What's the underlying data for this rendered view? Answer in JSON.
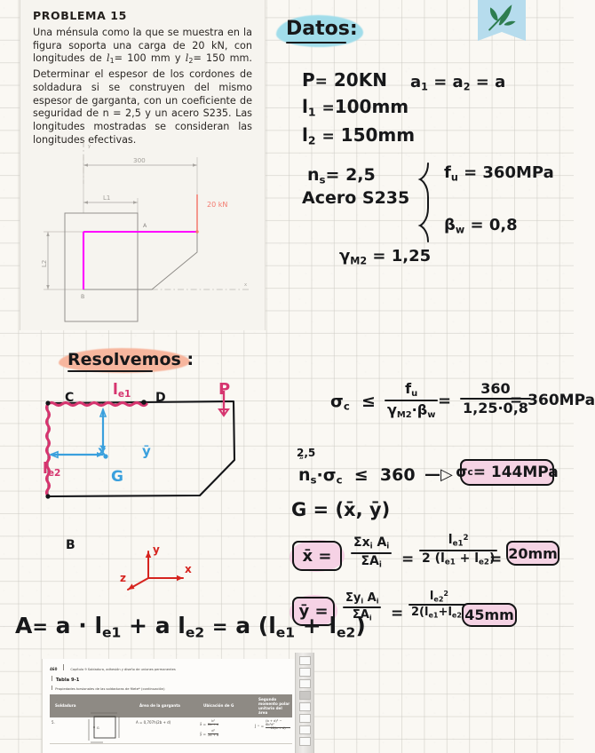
{
  "statement": {
    "title": "PROBLEMA 15",
    "lines": [
      "Una ménsula como la que se muestra en la figu-",
      "ra soporta una carga de 20 kN, con longitudes",
      "de l1= 100 mm y l2= 150 mm. Determinar el",
      "espesor de los cordones de soldadura si se cons-",
      "truyen del mismo espesor de garganta, con un",
      "coeficiente de seguridad de n = 2,5 y un acero",
      "S235. Las longitudes mostradas se consideran",
      "las longitudes efectivas."
    ],
    "full_text": "Una ménsula como la que se muestra en la figura soporta una carga de 20 kN, con longitudes de l1= 100 mm y l2= 150 mm. Determinar el espesor de los cordones de soldadura si se construyen del mismo espesor de garganta, con un coeficiente de seguridad de n = 2,5 y un acero S235. Las longitudes mostradas se consideran las longitudes efectivas."
  },
  "figure": {
    "dim_300": "300",
    "dim_L1": "L1",
    "dim_L2": "L2",
    "label_A": "A",
    "label_B": "B",
    "label_X": "x",
    "label_Y": "Y",
    "load_label": "20 kN",
    "load_color": "#f4796e",
    "weld_color": "#ff00ff",
    "outline_color": "#8c8a86"
  },
  "bookmark": {
    "icon": "leaf-icon",
    "ribbon_color": "#b6dced",
    "leaf_color": "#2e7d4f"
  },
  "datos": {
    "heading": "Datos:",
    "heading_highlight": "#9ddcea",
    "P": {
      "lhs": "P=",
      "rhs": "20KN"
    },
    "l1": {
      "lhs": "l1",
      "rhs": "=100mm"
    },
    "l2": {
      "lhs": "l2",
      "rhs": "=150mm"
    },
    "a_eq": "a1 = a2 = a",
    "ns": {
      "lhs": "ns=",
      "rhs": "2,5"
    },
    "acero": "Acero  S235",
    "fu": {
      "lhs": "fu =",
      "rhs": "360MPa"
    },
    "beta_w": {
      "lhs": "βw =",
      "rhs": "0,8"
    },
    "gamma_m2": {
      "lhs": "γM2 =",
      "rhs": "1,25"
    }
  },
  "resolvemos": {
    "heading": "Resolvemos :",
    "heading_highlight": "#f7b39a"
  },
  "handfig": {
    "label_C": "C",
    "label_D": "D",
    "label_B": "B",
    "label_G": "G",
    "label_le1": "le1",
    "label_le2": "le2",
    "label_xbar": "x̄",
    "label_ybar": "ȳ",
    "label_P": "P",
    "axis_x": "x",
    "axis_y": "y",
    "axis_z": "z",
    "weld_color": "#d6356f",
    "centroid_color": "#3aa0dd",
    "axis_color": "#d6241f",
    "load_color": "#d6356f"
  },
  "work": {
    "sigma_line": {
      "lhs": "σc  ≤",
      "frac1_num": "fu",
      "frac1_den": "γM2 · βw",
      "eq1": "=",
      "frac2_num": "360",
      "frac2_den": "1,25·0,8",
      "eq2": "=",
      "result": "360MPa"
    },
    "ns_line": {
      "annot": "2,5",
      "annot_mark": "⸮",
      "lhs": "ns · σc  ≤  360",
      "arrow": "⟶",
      "boxed": "σc = 144MPa"
    },
    "G_def": "G = (x̄, ȳ)",
    "xbar": {
      "boxed_lhs": "x̄ =",
      "frac1_num": "Σxi Ai",
      "frac1_den": "ΣAi",
      "eq1": "=",
      "frac2_num": "le1²",
      "frac2_den": "2 (le1 + le2)",
      "eq2": "=",
      "result": "20mm"
    },
    "ybar": {
      "boxed_lhs": "ȳ =",
      "frac1_num": "Σyi Ai",
      "frac1_den": "ΣAi",
      "eq1": "=",
      "frac2_num": "le2²",
      "frac2_den": "2(le1+le2)",
      "eq2": "=",
      "result": "45mm"
    },
    "area_line": "A= a · le1 + a le2 = a (le1 + le2)"
  },
  "booktable": {
    "page_num": "460",
    "chapter": "Capítulo 9  Soldadura, adhesión y diseño de uniones permanentes",
    "table_num": "Tabla 9-1",
    "table_caption": "Propiedades torsionales de las soldaduras de filete* (continuación)",
    "headers": [
      "Soldadura",
      "Área de la garganta",
      "Ubicación de G",
      "Segundo momento polar unitario del área"
    ],
    "row_num": "5.",
    "cell_area": "A = 0,707h(2b + d)",
    "cell_xbar_num": "b²",
    "cell_xbar_den": "2b + d",
    "cell_ybar_num": "d²",
    "cell_ybar_den": "2b + d",
    "cell_J_num": "(b + d)⁴ − 6b²d²",
    "cell_J_den": "12(b + d)"
  },
  "thumbstrip": {
    "count": 8,
    "selected_index": 3
  }
}
